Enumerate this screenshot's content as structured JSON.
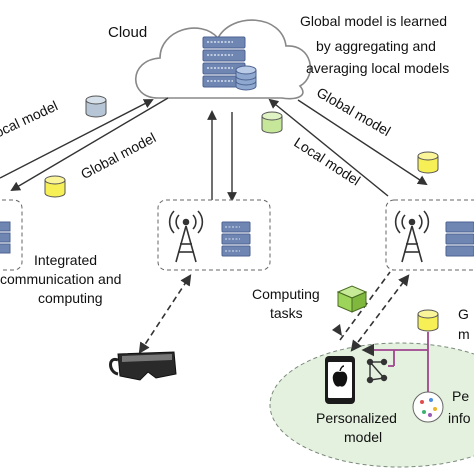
{
  "labels": {
    "cloud": "Cloud",
    "global_note": [
      "Global model is learned",
      "by aggregating and",
      "averaging local models"
    ],
    "left_local_model": "ocal model",
    "left_global_model": "Global model",
    "right_global_model": "Global model",
    "right_local_model": "Local model",
    "integrated": [
      "Integrated",
      "communication and",
      "computing"
    ],
    "computing_tasks": [
      "Computing",
      "tasks"
    ],
    "personalized_model": [
      "Personalized",
      "model"
    ],
    "cut_g": "G",
    "cut_m": "m",
    "cut_pe": "Pe",
    "cut_info": "info"
  },
  "colors": {
    "database_gray": "#b6c6d6",
    "database_yellow": "#f7ef56",
    "database_green": "#c6e79a",
    "server_blue": "#6f86b3",
    "ellipse_fill": "#e4f1df",
    "purple_link": "#a0448e",
    "task_cube": "#9dd45a"
  },
  "icons": [
    "cloud-icon",
    "server-rack-icon",
    "database-icon",
    "cell-tower-icon",
    "vr-headset-icon",
    "smartphone-icon",
    "apple-logo-icon",
    "network-graph-icon",
    "data-cube-icon"
  ]
}
